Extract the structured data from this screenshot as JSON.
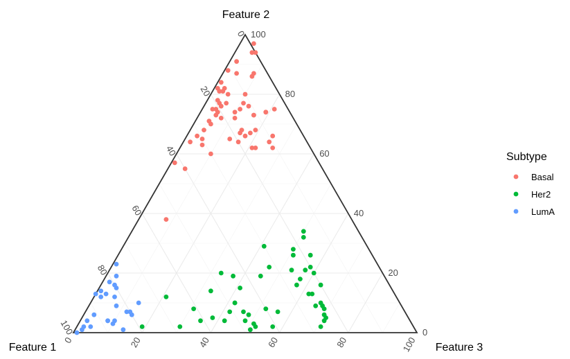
{
  "chart_data": {
    "type": "scatter",
    "subtype": "ternary",
    "axes": {
      "left": {
        "label": "Feature 1",
        "ticks": [
          "0",
          "20",
          "40",
          "60",
          "80",
          "100"
        ]
      },
      "top": {
        "label": "Feature 2",
        "ticks": [
          "0",
          "20",
          "40",
          "60",
          "80",
          "100"
        ]
      },
      "right": {
        "label": "Feature 3",
        "ticks": [
          "0",
          "20",
          "40",
          "60",
          "80",
          "100"
        ]
      },
      "range": [
        0,
        100
      ]
    },
    "grid": true,
    "legend": {
      "title": "Subtype",
      "position": "right"
    },
    "series": [
      {
        "name": "Basal",
        "color": "#F8766D",
        "points": [
          {
            "f2": 97,
            "f3": 4
          },
          {
            "f2": 91,
            "f3": 2
          },
          {
            "f2": 94,
            "f3": 5
          },
          {
            "f2": 94,
            "f3": 6
          },
          {
            "f2": 88,
            "f3": 1
          },
          {
            "f2": 87,
            "f3": 4
          },
          {
            "f2": 87,
            "f3": 9
          },
          {
            "f2": 86,
            "f3": 9
          },
          {
            "f2": 84,
            "f3": 1
          },
          {
            "f2": 82,
            "f3": 1
          },
          {
            "f2": 82,
            "f3": 3
          },
          {
            "f2": 81,
            "f3": 2
          },
          {
            "f2": 81,
            "f3": 3
          },
          {
            "f2": 80,
            "f3": 5
          },
          {
            "f2": 78,
            "f3": 3
          },
          {
            "f2": 77,
            "f3": 4
          },
          {
            "f2": 77,
            "f3": 6
          },
          {
            "f2": 76,
            "f3": 5
          },
          {
            "f2": 75,
            "f3": 3
          },
          {
            "f2": 75,
            "f3": 4
          },
          {
            "f2": 74,
            "f3": 5
          },
          {
            "f2": 73,
            "f3": 5
          },
          {
            "f2": 72,
            "f3": 7
          },
          {
            "f2": 71,
            "f3": 4
          },
          {
            "f2": 70,
            "f3": 5
          },
          {
            "f2": 68,
            "f3": 4
          },
          {
            "f2": 66,
            "f3": 3
          },
          {
            "f2": 65,
            "f3": 5
          },
          {
            "f2": 64,
            "f3": 2
          },
          {
            "f2": 63,
            "f3": 6
          },
          {
            "f2": 60,
            "f3": 10
          },
          {
            "f2": 57,
            "f3": 1
          },
          {
            "f2": 55,
            "f3": 5
          },
          {
            "f2": 38,
            "f3": 8
          },
          {
            "f2": 80,
            "f3": 10
          },
          {
            "f2": 77,
            "f3": 11
          },
          {
            "f2": 75,
            "f3": 11
          },
          {
            "f2": 74,
            "f3": 10
          },
          {
            "f2": 72,
            "f3": 11
          },
          {
            "f2": 76,
            "f3": 13
          },
          {
            "f2": 73,
            "f3": 16
          },
          {
            "f2": 73,
            "f3": 16
          },
          {
            "f2": 68,
            "f3": 15
          },
          {
            "f2": 66,
            "f3": 17
          },
          {
            "f2": 65,
            "f3": 13
          },
          {
            "f2": 67,
            "f3": 15
          },
          {
            "f2": 64,
            "f3": 16
          },
          {
            "f2": 62,
            "f3": 21
          },
          {
            "f2": 62,
            "f3": 22
          },
          {
            "f2": 68,
            "f3": 19
          },
          {
            "f2": 74,
            "f3": 19
          },
          {
            "f2": 75,
            "f3": 21
          },
          {
            "f2": 74,
            "f3": 19
          },
          {
            "f2": 66,
            "f3": 25
          },
          {
            "f2": 64,
            "f3": 25
          },
          {
            "f2": 62,
            "f3": 27
          },
          {
            "f2": 67,
            "f3": 18
          }
        ]
      },
      {
        "name": "Her2",
        "color": "#00BA38",
        "points": [
          {
            "f2": 34,
            "f3": 50
          },
          {
            "f2": 32,
            "f3": 51
          },
          {
            "f2": 28,
            "f3": 50
          },
          {
            "f2": 26,
            "f3": 51
          },
          {
            "f2": 26,
            "f3": 56
          },
          {
            "f2": 22,
            "f3": 58
          },
          {
            "f2": 21,
            "f3": 57
          },
          {
            "f2": 20,
            "f3": 60
          },
          {
            "f2": 16,
            "f3": 64
          },
          {
            "f2": 29,
            "f3": 41
          },
          {
            "f2": 22,
            "f3": 46
          },
          {
            "f2": 21,
            "f3": 53
          },
          {
            "f2": 18,
            "f3": 57
          },
          {
            "f2": 16,
            "f3": 57
          },
          {
            "f2": 13,
            "f3": 62
          },
          {
            "f2": 13,
            "f3": 63
          },
          {
            "f2": 10,
            "f3": 67
          },
          {
            "f2": 9,
            "f3": 66
          },
          {
            "f2": 9,
            "f3": 68
          },
          {
            "f2": 8,
            "f3": 69
          },
          {
            "f2": 6,
            "f3": 70
          },
          {
            "f2": 5,
            "f3": 71
          },
          {
            "f2": 4,
            "f3": 71
          },
          {
            "f2": 2,
            "f3": 71
          },
          {
            "f2": 20,
            "f3": 33
          },
          {
            "f2": 19,
            "f3": 37
          },
          {
            "f2": 19,
            "f3": 45
          },
          {
            "f2": 14,
            "f3": 33
          },
          {
            "f2": 15,
            "f3": 41
          },
          {
            "f2": 10,
            "f3": 42
          },
          {
            "f2": 7,
            "f3": 42
          },
          {
            "f2": 4,
            "f3": 42
          },
          {
            "f2": 2,
            "f3": 57
          },
          {
            "f2": 12,
            "f3": 21
          },
          {
            "f2": 10,
            "f3": 42
          },
          {
            "f2": 7,
            "f3": 46
          },
          {
            "f2": 6,
            "f3": 48
          },
          {
            "f2": 8,
            "f3": 52
          },
          {
            "f2": 7,
            "f3": 56
          },
          {
            "f2": 4,
            "f3": 48
          },
          {
            "f2": 3,
            "f3": 51
          },
          {
            "f2": 2,
            "f3": 52
          },
          {
            "f2": 1,
            "f3": 51
          },
          {
            "f2": 4,
            "f3": 35
          },
          {
            "f2": 2,
            "f3": 19
          },
          {
            "f2": 8,
            "f3": 31
          },
          {
            "f2": 5,
            "f3": 38
          },
          {
            "f2": 2,
            "f3": 30
          }
        ]
      },
      {
        "name": "LumA",
        "color": "#619CFF",
        "points": [
          {
            "f2": 23,
            "f3": 1
          },
          {
            "f2": 19,
            "f3": 3
          },
          {
            "f2": 17,
            "f3": 2
          },
          {
            "f2": 16,
            "f3": 4
          },
          {
            "f2": 15,
            "f3": 5
          },
          {
            "f2": 14,
            "f3": 1
          },
          {
            "f2": 13,
            "f3": 0
          },
          {
            "f2": 13,
            "f3": 3
          },
          {
            "f2": 12,
            "f3": 6
          },
          {
            "f2": 12,
            "f3": 2
          },
          {
            "f2": 10,
            "f3": 14
          },
          {
            "f2": 9,
            "f3": 8
          },
          {
            "f2": 7,
            "f3": 13
          },
          {
            "f2": 7,
            "f3": 12
          },
          {
            "f2": 6,
            "f3": 14
          },
          {
            "f2": 6,
            "f3": 3
          },
          {
            "f2": 4,
            "f3": 10
          },
          {
            "f2": 4,
            "f3": 2
          },
          {
            "f2": 4,
            "f3": 8
          },
          {
            "f2": 4,
            "f3": 8
          },
          {
            "f2": 3,
            "f3": 10
          },
          {
            "f2": 1,
            "f3": 14
          },
          {
            "f2": 2,
            "f3": 4
          },
          {
            "f2": 2,
            "f3": 2
          },
          {
            "f2": 1,
            "f3": 2
          },
          {
            "f2": 0,
            "f3": 1
          }
        ]
      }
    ]
  }
}
